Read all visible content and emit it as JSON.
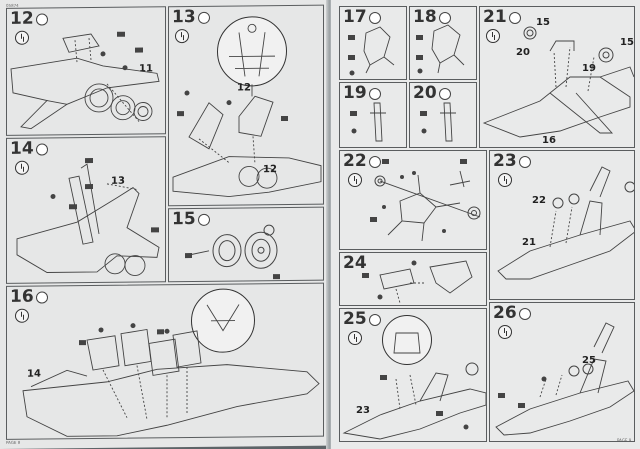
{
  "left_page": {
    "code": "05874",
    "footer": "PAGE 8",
    "steps": [
      {
        "number": "12",
        "part_labels": [
          "11"
        ]
      },
      {
        "number": "13",
        "part_labels": [
          "12",
          "12"
        ]
      },
      {
        "number": "14",
        "part_labels": [
          "13"
        ]
      },
      {
        "number": "15",
        "part_labels": []
      },
      {
        "number": "16",
        "part_labels": [
          "14"
        ]
      }
    ]
  },
  "right_page": {
    "footer": "PAGE 9",
    "steps": [
      {
        "number": "17",
        "part_labels": []
      },
      {
        "number": "18",
        "part_labels": []
      },
      {
        "number": "19",
        "part_labels": []
      },
      {
        "number": "20",
        "part_labels": []
      },
      {
        "number": "21",
        "part_labels": [
          "15",
          "20",
          "15",
          "19",
          "16"
        ]
      },
      {
        "number": "22",
        "part_labels": []
      },
      {
        "number": "23",
        "part_labels": [
          "22",
          "21"
        ]
      },
      {
        "number": "24",
        "part_labels": []
      },
      {
        "number": "25",
        "part_labels": [
          "23"
        ]
      },
      {
        "number": "26",
        "part_labels": [
          "25"
        ]
      }
    ]
  },
  "icons": {
    "step_icon": "glue-circle-icon",
    "timer_icon": "clock-icon"
  }
}
